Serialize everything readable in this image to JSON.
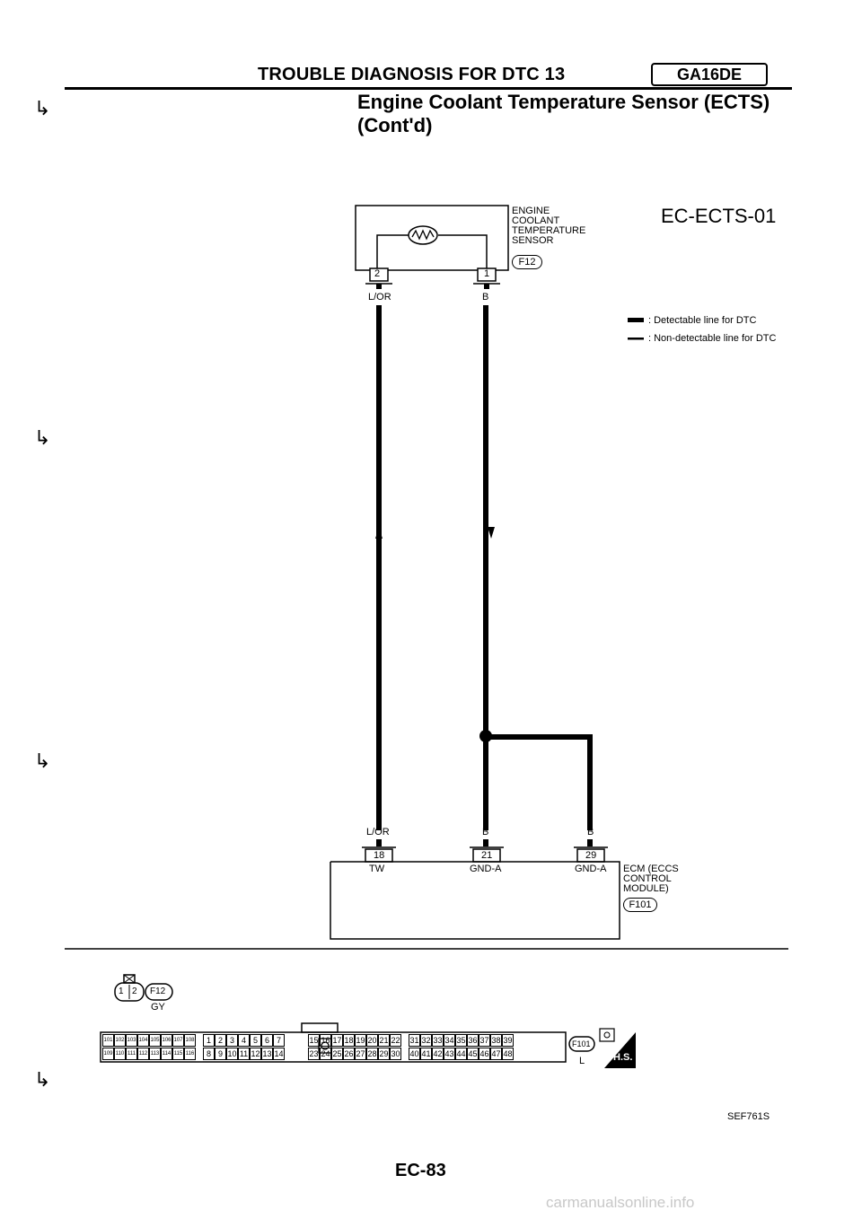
{
  "header": {
    "title": "TROUBLE DIAGNOSIS FOR DTC 13",
    "engine_badge": "GA16DE",
    "subtitle_line1": "Engine Coolant Temperature Sensor (ECTS)",
    "subtitle_line2": "(Cont'd)"
  },
  "diagram": {
    "id": "EC-ECTS-01",
    "sensor": {
      "name_lines": [
        "ENGINE",
        "COOLANT",
        "TEMPERATURE",
        "SENSOR"
      ],
      "connector": "F12",
      "pins": [
        "2",
        "1"
      ],
      "wire_colors": [
        "L/OR",
        "B"
      ]
    },
    "legend": [
      {
        "label": ": Detectable line for DTC",
        "weight": "thick"
      },
      {
        "label": ": Non-detectable line for DTC",
        "weight": "thin"
      }
    ],
    "ecm": {
      "name_lines": [
        "ECM (ECCS",
        "CONTROL",
        "MODULE)"
      ],
      "connector": "F101",
      "terminals": [
        {
          "pin": "18",
          "wire": "L/OR",
          "label": "TW"
        },
        {
          "pin": "21",
          "wire": "B",
          "label": "GND-A"
        },
        {
          "pin": "29",
          "wire": "B",
          "label": "GND-A"
        }
      ]
    }
  },
  "connector_views": {
    "sensor_connector": {
      "pins": [
        "1",
        "2"
      ],
      "id": "F12",
      "color": "GY"
    },
    "ecm_connector": {
      "id": "F101",
      "color": "L",
      "row1": [
        "101",
        "102",
        "103",
        "104",
        "105",
        "106",
        "107",
        "108",
        "1",
        "2",
        "3",
        "4",
        "5",
        "6",
        "7",
        "15",
        "16",
        "17",
        "18",
        "19",
        "20",
        "21",
        "22",
        "31",
        "32",
        "33",
        "34",
        "35",
        "36",
        "37",
        "38",
        "39"
      ],
      "row2": [
        "109",
        "110",
        "111",
        "112",
        "113",
        "114",
        "115",
        "116",
        "8",
        "9",
        "10",
        "11",
        "12",
        "13",
        "14",
        "23",
        "24",
        "25",
        "26",
        "27",
        "28",
        "29",
        "30",
        "40",
        "41",
        "42",
        "43",
        "44",
        "45",
        "46",
        "47",
        "48"
      ],
      "badge": "H.S."
    }
  },
  "footer": {
    "figure_code": "SEF761S",
    "page_number": "EC-83",
    "watermark": "carmanualsonline.info"
  }
}
